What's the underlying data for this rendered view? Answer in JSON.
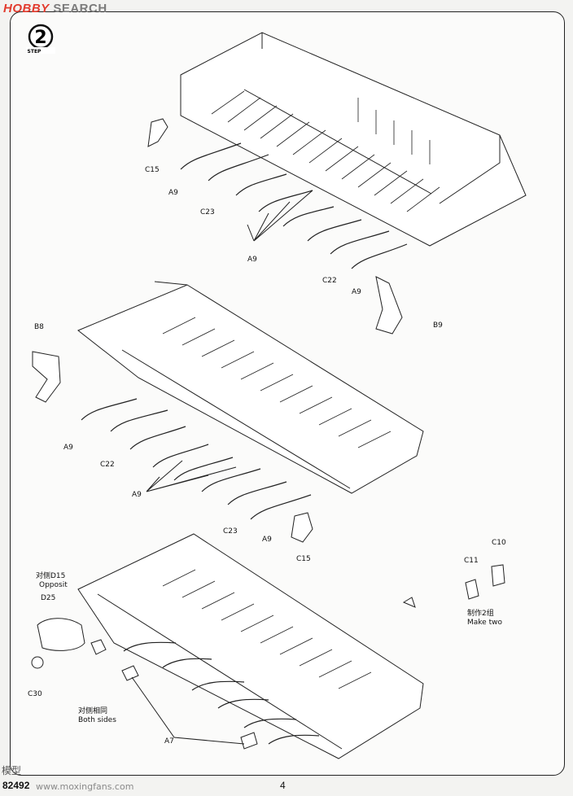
{
  "header": {
    "brand_hobby": "HOBBY",
    "brand_search": "SEARCH"
  },
  "step": {
    "number": "2",
    "label": "STEP"
  },
  "labels": {
    "c15_top": "C15",
    "a9_top_left": "A9",
    "c23_top": "C23",
    "a9_top_mid": "A9",
    "c22_top": "C22",
    "a9_top_right": "A9",
    "b9": "B9",
    "b8": "B8",
    "a9_mid_left": "A9",
    "c22_mid": "C22",
    "a9_mid": "A9",
    "c23_mid": "C23",
    "a9_mid_right": "A9",
    "c15_mid": "C15",
    "opposite_cn": "对侧D15",
    "opposite_en": "Opposit",
    "d25": "D25",
    "c30": "C30",
    "both_cn": "对侧相同",
    "both_en": "Both sides",
    "a7": "A7",
    "c10": "C10",
    "c11": "C11",
    "make_two_cn": "制作2组",
    "make_two_en": "Make two"
  },
  "footer": {
    "catalog": "82492",
    "page": "4",
    "watermark": "模型",
    "watermark_url": "www.moxingfans.com"
  }
}
